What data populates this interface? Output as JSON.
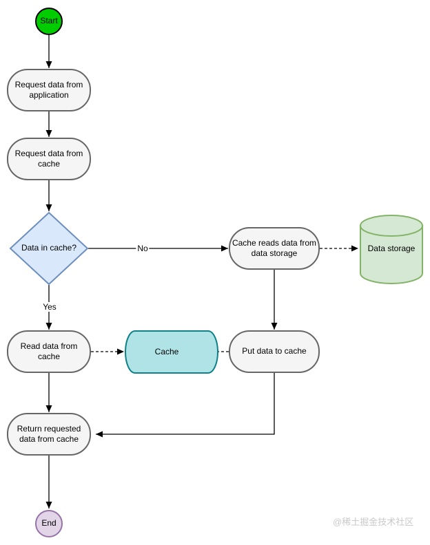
{
  "diagram": {
    "watermark": "@稀土掘金技术社区",
    "colors": {
      "start_fill": "#00cc00",
      "start_stroke": "#000000",
      "end_fill": "#e1d5e7",
      "end_stroke": "#9673a6",
      "process_fill": "#f5f5f5",
      "process_stroke": "#666666",
      "decision_fill": "#dae8fc",
      "decision_stroke": "#6c8ebf",
      "storage_fill": "#d5e8d4",
      "storage_stroke": "#82b366",
      "cache_fill": "#b0e3e6",
      "cache_stroke": "#0e8088",
      "edge": "#000000"
    },
    "nodes": {
      "start": {
        "lines": [
          "Start"
        ]
      },
      "request_from_application": {
        "lines": [
          "Request data from",
          "application"
        ]
      },
      "request_from_cache": {
        "lines": [
          "Request data from",
          "cache"
        ]
      },
      "data_in_cache": {
        "lines": [
          "Data in cache?"
        ]
      },
      "cache_reads_storage": {
        "lines": [
          "Cache reads data from",
          "data storage"
        ]
      },
      "data_storage": {
        "lines": [
          "Data storage"
        ]
      },
      "read_from_cache": {
        "lines": [
          "Read data from",
          "cache"
        ]
      },
      "cache": {
        "lines": [
          "Cache"
        ]
      },
      "put_to_cache": {
        "lines": [
          "Put data to cache"
        ]
      },
      "return_data": {
        "lines": [
          "Return requested",
          "data from cache"
        ]
      },
      "end": {
        "lines": [
          "End"
        ]
      }
    },
    "edge_labels": {
      "no": "No",
      "yes": "Yes"
    }
  }
}
